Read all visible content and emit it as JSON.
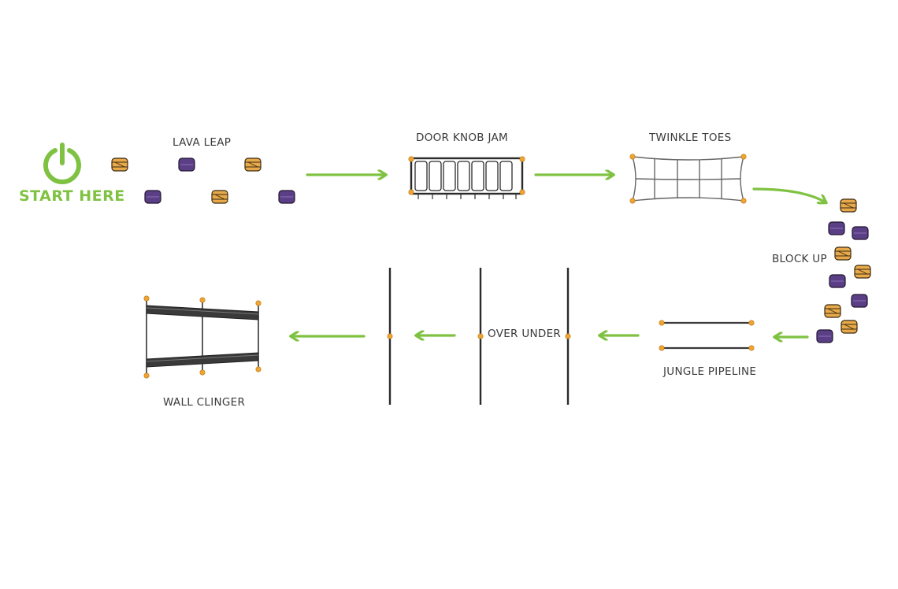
{
  "start": {
    "label": "START HERE"
  },
  "stations": {
    "lava_leap": "LAVA LEAP",
    "door_knob_jam": "DOOR KNOB JAM",
    "twinkle_toes": "TWINKLE TOES",
    "block_up": "BLOCK UP",
    "jungle_pipeline": "JUNGLE PIPELINE",
    "over_under": "OVER UNDER",
    "wall_clinger": "WALL CLINGER"
  },
  "colors": {
    "arrow_green": "#7fc242",
    "block_orange": "#e8a94a",
    "block_purple": "#5b3f86",
    "bolt_orange": "#f0a533",
    "bar_dark": "#2b2b2b",
    "label_gray": "#3a3a3a"
  },
  "icons": {
    "start_icon": "power-icon",
    "flow_arrow": "arrow-right-icon"
  }
}
